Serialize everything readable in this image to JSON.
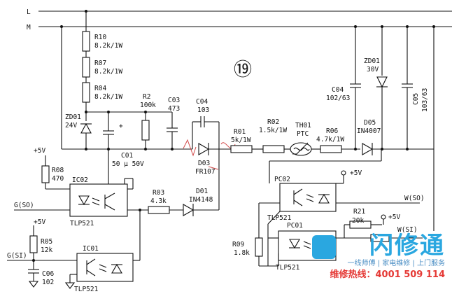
{
  "rails": {
    "L": "L",
    "M": "M"
  },
  "figure_number": "⑲",
  "components": {
    "R10": {
      "ref": "R10",
      "val": "8.2k/1W"
    },
    "R07": {
      "ref": "R07",
      "val": "8.2k/1W"
    },
    "R04": {
      "ref": "R04",
      "val": "8.2k/1W"
    },
    "ZD01": {
      "ref": "ZD01",
      "val": "24V"
    },
    "C01": {
      "ref": "C01",
      "val": "50 μ 50V",
      "pol": "+"
    },
    "R2": {
      "ref": "R2",
      "val": "100k"
    },
    "C03": {
      "ref": "C03",
      "val": "473"
    },
    "C04a": {
      "ref": "C04",
      "val": "103"
    },
    "D03": {
      "ref": "D03",
      "val": "FR107"
    },
    "R01": {
      "ref": "R01",
      "val": "5k/1W"
    },
    "R02": {
      "ref": "R02",
      "val": "1.5k/1W"
    },
    "TH01": {
      "ref": "TH01",
      "val": "PTC"
    },
    "R06": {
      "ref": "R06",
      "val": "4.7k/1W"
    },
    "D05": {
      "ref": "D05",
      "val": "IN4007"
    },
    "C04b": {
      "ref": "C04",
      "val": "102/63"
    },
    "ZD01b": {
      "ref": "ZD01",
      "val": "30V"
    },
    "C05": {
      "ref": "C05",
      "val": "103/63"
    },
    "R08": {
      "ref": "R08",
      "val": "470"
    },
    "IC02": {
      "ref": "IC02",
      "val": "TLP521"
    },
    "R03": {
      "ref": "R03",
      "val": "4.3k"
    },
    "D01": {
      "ref": "D01",
      "val": "IN4148"
    },
    "PC02": {
      "ref": "PC02",
      "val": "TLP521"
    },
    "R21": {
      "ref": "R21",
      "val": "20k"
    },
    "PC01": {
      "ref": "PC01",
      "val": "TLP521"
    },
    "R09": {
      "ref": "R09",
      "val": "1.8k"
    },
    "R05": {
      "ref": "R05",
      "val": "12k"
    },
    "C06": {
      "ref": "C06",
      "val": "102"
    },
    "IC01": {
      "ref": "IC01",
      "val": "TLP521"
    }
  },
  "nets": {
    "vcc1": "+5V",
    "vcc2": "+5V",
    "vcc3": "+5V",
    "vcc4": "+5V",
    "g_so": "G(SO)",
    "g_si": "G(SI)",
    "w_so": "W(SO)",
    "w_si": "W(SI)"
  },
  "watermark": {
    "logo": "闪修通",
    "tagline": "一线师傅 | 家电维修 | 上门服务",
    "hotline": "维修热线：4001 509 114",
    "colors": {
      "blue": "#2aa7e0",
      "red": "#e53935"
    }
  }
}
